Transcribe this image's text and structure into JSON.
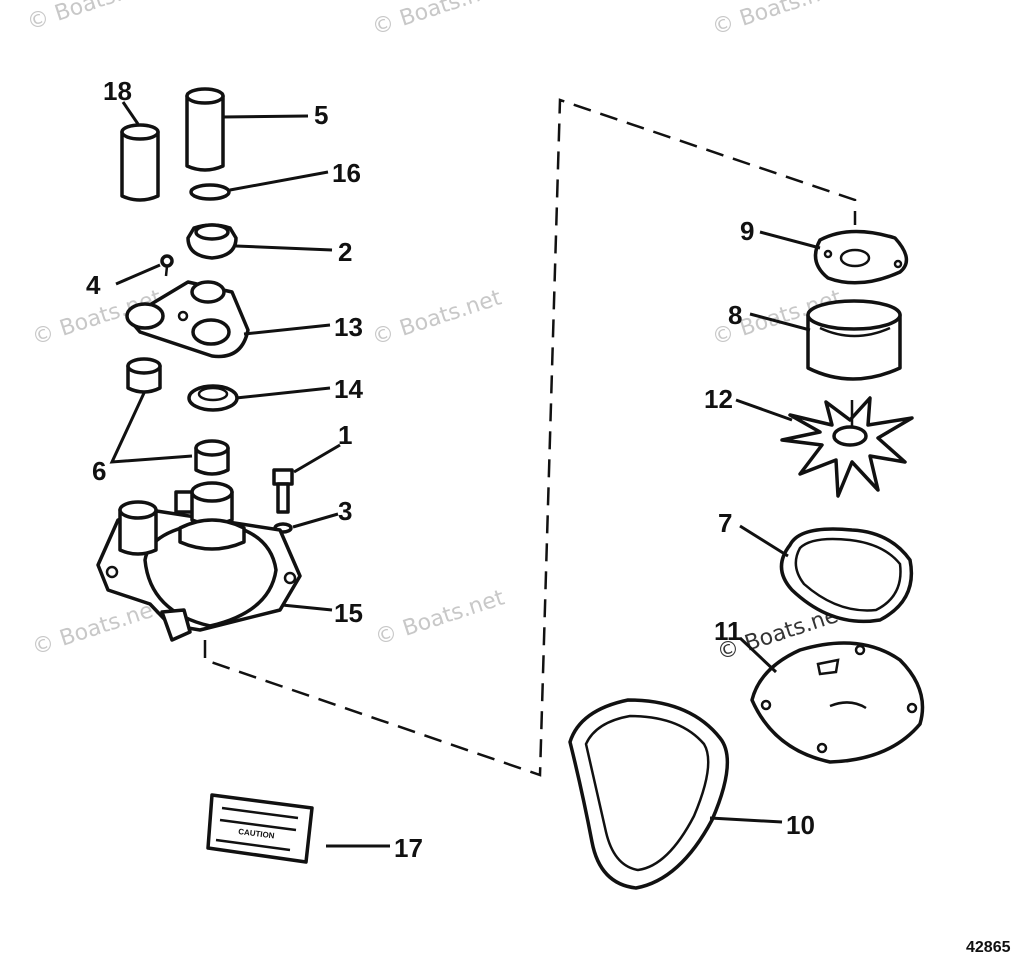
{
  "watermark": "© Boats.net",
  "catalog_number": "42865",
  "caution_label": "CAUTION",
  "callouts": {
    "p1": "1",
    "p2": "2",
    "p3": "3",
    "p4": "4",
    "p5": "5",
    "p6": "6",
    "p7": "7",
    "p8": "8",
    "p9": "9",
    "p10": "10",
    "p11": "11",
    "p12": "12",
    "p13": "13",
    "p14": "14",
    "p15": "15",
    "p16": "16",
    "p17": "17",
    "p18": "18"
  },
  "colors": {
    "ink": "#111111",
    "watermark": "#c8c8c8",
    "background": "#ffffff"
  }
}
